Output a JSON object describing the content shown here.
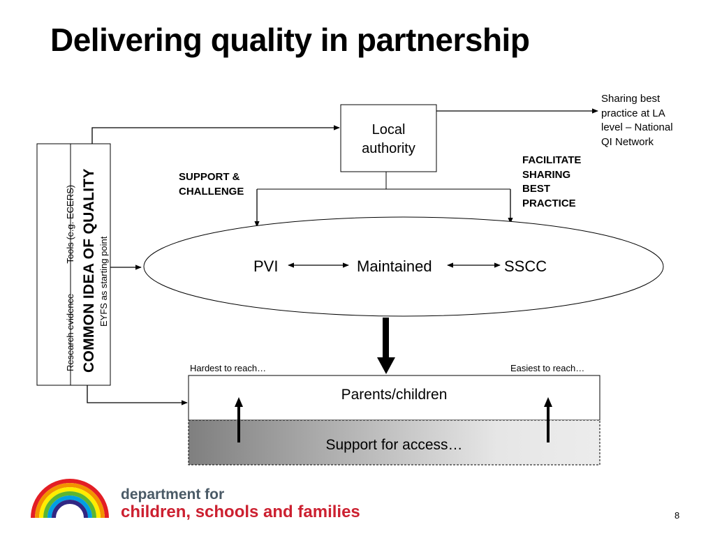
{
  "slide": {
    "title": "Delivering quality in partnership",
    "page_number": "8"
  },
  "local_authority": {
    "line1": "Local",
    "line2": "authority"
  },
  "sharing_note": {
    "line1": "Sharing best",
    "line2": "practice at LA",
    "line3": "level – National",
    "line4": "QI Network"
  },
  "support_challenge": {
    "line1": "SUPPORT &",
    "line2": "CHALLENGE"
  },
  "facilitate": {
    "line1": "FACILITATE",
    "line2": "SHARING",
    "line3": "BEST",
    "line4": "PRACTICE"
  },
  "sidebar": {
    "tools_line1": "Research evidence            Tools (e.g. ECERS)",
    "tools_line2": "EYFS as starting point",
    "common_idea": "COMMON IDEA OF QUALITY"
  },
  "ellipse": {
    "pvi": "PVI",
    "maintained": "Maintained",
    "sscc": "SSCC"
  },
  "reach": {
    "hardest": "Hardest to reach…",
    "easiest": "Easiest to reach…"
  },
  "parents_box": {
    "label": "Parents/children",
    "support_label": "Support for access…"
  },
  "logo": {
    "line1": "department for",
    "line2": "children, schools and families",
    "rainbow_colors": [
      "#e31e24",
      "#f39200",
      "#ffed00",
      "#5cb531",
      "#009fe3",
      "#312783"
    ]
  }
}
